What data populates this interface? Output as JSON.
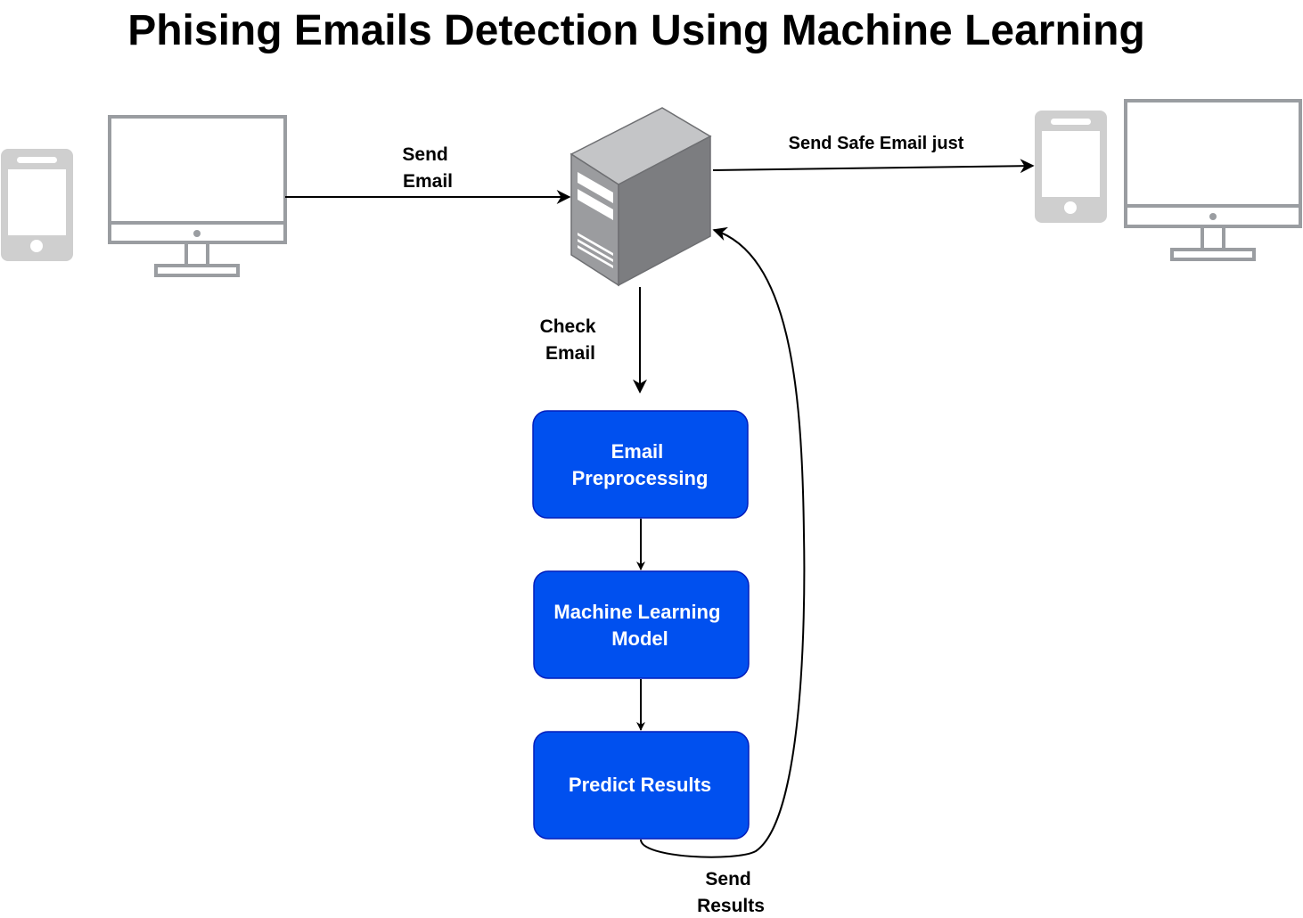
{
  "title": "Phising Emails Detection Using Machine Learning",
  "edges": {
    "send_email": [
      "Send",
      "Email"
    ],
    "send_safe": "Send Safe Email just",
    "check_email": [
      "Check",
      "Email"
    ],
    "send_results": [
      "Send",
      "Results"
    ]
  },
  "process": {
    "preprocessing": [
      "Email",
      "Preprocessing"
    ],
    "model": [
      "Machine Learning",
      "Model"
    ],
    "predict": [
      "Predict Results"
    ]
  },
  "colors": {
    "box_fill": "#0050ef",
    "box_stroke": "#001dbc",
    "device_gray": "#9a9da1",
    "phone_gray": "#cfcfcf",
    "server_front": "#9b9c9f",
    "server_side": "#7c7d80",
    "server_top": "#c4c5c7"
  },
  "icons": {
    "sender_phone": "mobile-phone-icon",
    "sender_monitor": "desktop-monitor-icon",
    "server": "server-tower-icon",
    "receiver_phone": "mobile-phone-icon",
    "receiver_monitor": "desktop-monitor-icon"
  }
}
